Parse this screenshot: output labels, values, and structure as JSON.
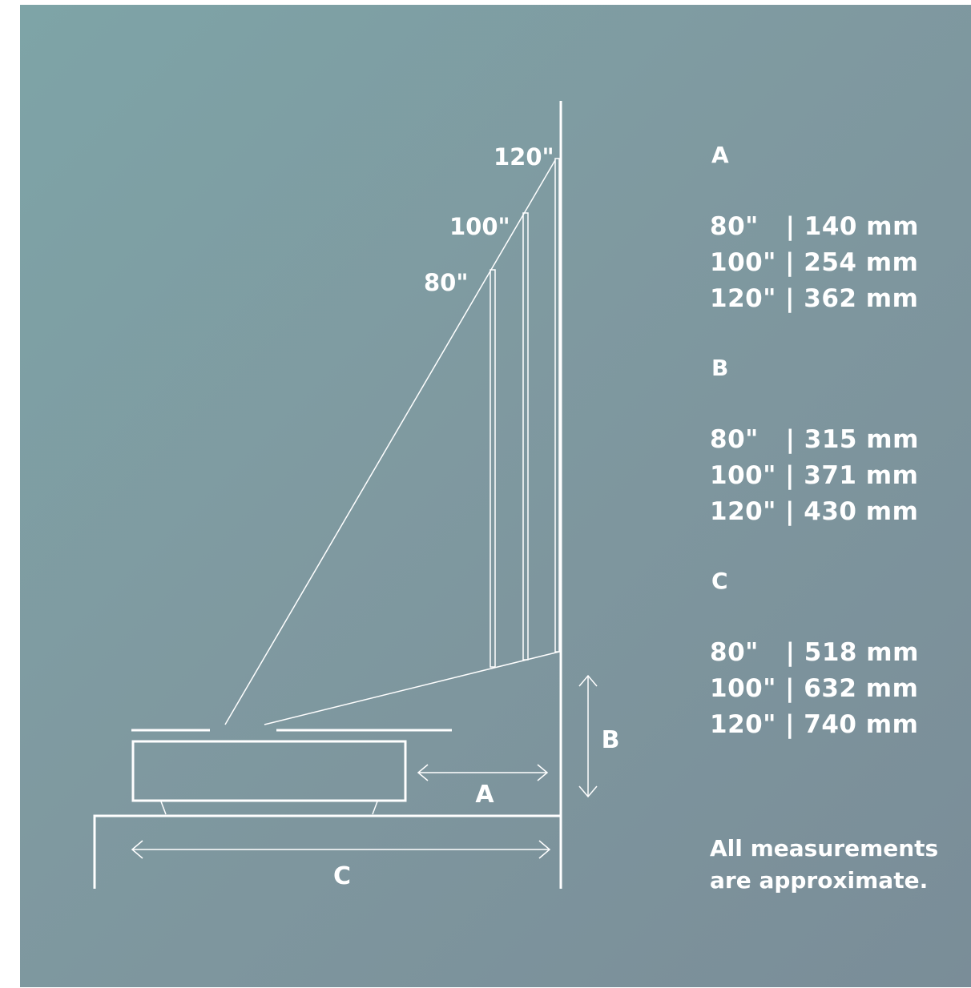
{
  "diagram": {
    "screen_sizes": [
      "120\"",
      "100\"",
      "80\""
    ],
    "dimension_labels": {
      "a": "A",
      "b": "B",
      "c": "C"
    }
  },
  "legend": [
    {
      "heading": "A",
      "rows": [
        {
          "size": "80\"",
          "value": "140 mm"
        },
        {
          "size": "100\"",
          "value": "254 mm"
        },
        {
          "size": "120\"",
          "value": "362 mm"
        }
      ]
    },
    {
      "heading": "B",
      "rows": [
        {
          "size": "80\"",
          "value": "315 mm"
        },
        {
          "size": "100\"",
          "value": "371 mm"
        },
        {
          "size": "120\"",
          "value": "430 mm"
        }
      ]
    },
    {
      "heading": "C",
      "rows": [
        {
          "size": "80\"",
          "value": "518 mm"
        },
        {
          "size": "100\"",
          "value": "632 mm"
        },
        {
          "size": "120\"",
          "value": "740 mm"
        }
      ]
    }
  ],
  "note": {
    "line1": "All measurements",
    "line2": "are approximate."
  },
  "colors": {
    "background_light": "#7ea4a7",
    "background_dark": "#7a8d98",
    "line": "#ffffff"
  }
}
